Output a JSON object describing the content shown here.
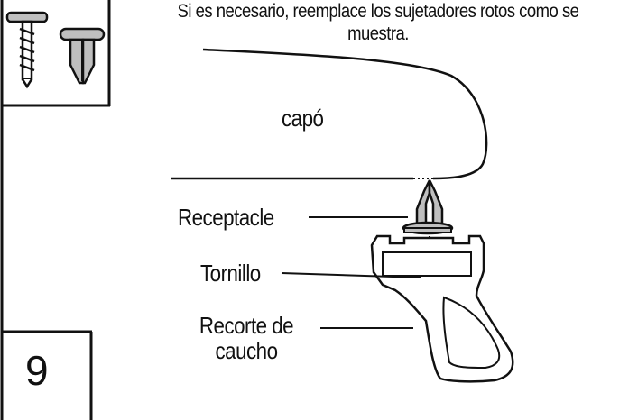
{
  "instruction_text": "Si es necesario, reemplace los sujetadores rotos como se muestra.",
  "labels": {
    "hood": "capó",
    "receptacle": "Receptacle",
    "screw": "Tornillo",
    "rubber_cutout_line1": "Recorte de",
    "rubber_cutout_line2": "caucho"
  },
  "step_number": "9",
  "icons": [
    "screw-icon",
    "push-pin-fastener-icon"
  ],
  "colors": {
    "line": "#111111",
    "fill": "#bfbfbf",
    "background": "#ffffff"
  }
}
